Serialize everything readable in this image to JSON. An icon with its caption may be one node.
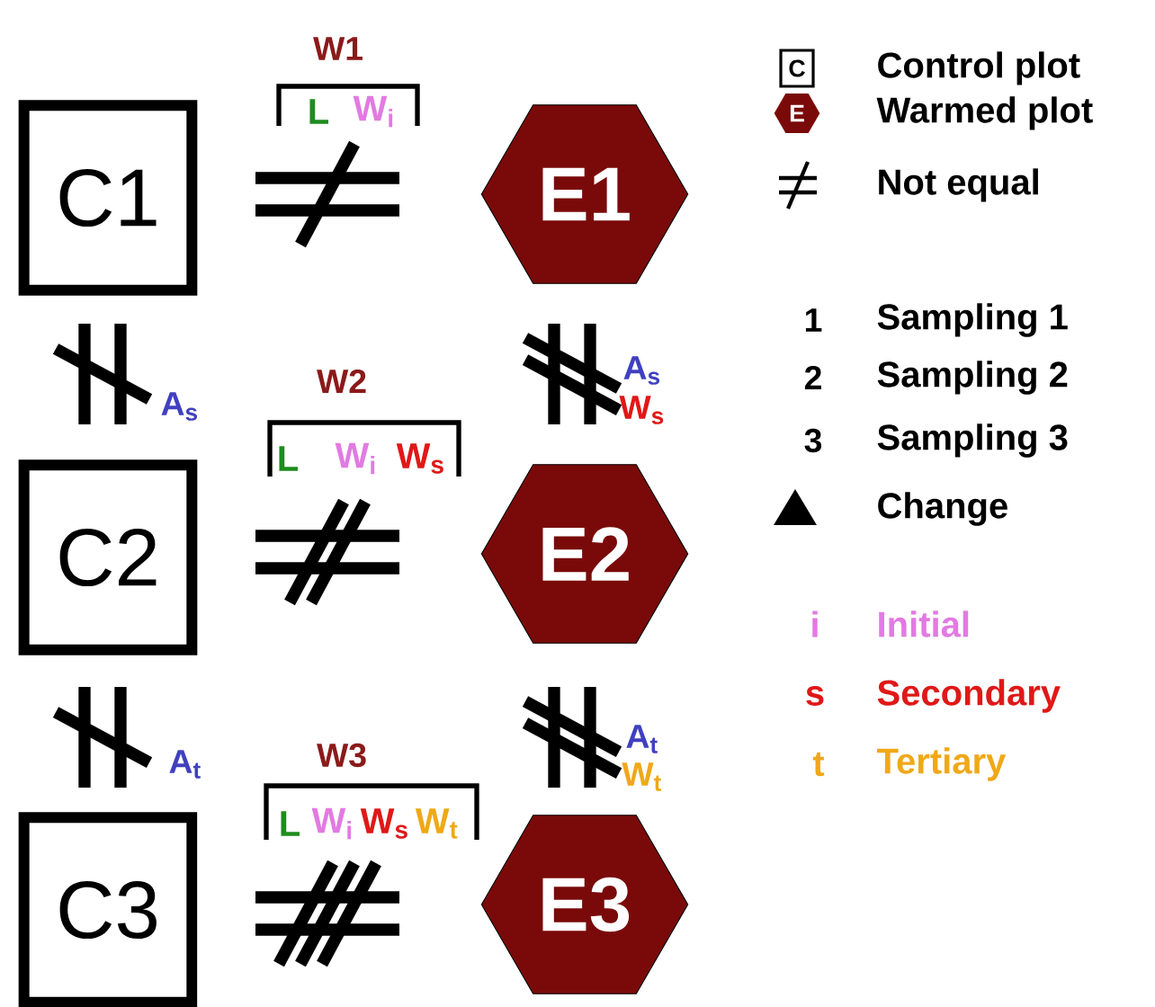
{
  "diagram": {
    "nodes": [
      {
        "text": [
          "C1"
        ]
      },
      {
        "text": [
          "E1"
        ]
      },
      {
        "text": [
          "C2"
        ]
      },
      {
        "text": [
          "E2"
        ]
      },
      {
        "text": [
          "C3"
        ]
      },
      {
        "text": [
          "E3"
        ]
      }
    ],
    "labels": [
      "W1",
      "L",
      "W$_{i}$",
      "A$_{s}$",
      "W2",
      "A$_{s}$",
      "W$_{s}$",
      "L",
      "W$_{i}$",
      "W$_{s}$",
      "A$_{t}$",
      "W3",
      "A$_{t}$",
      "W$_{t}$",
      "L",
      "W$_{i}$",
      "W$_{s}$",
      "W$_{t}$",
      "C",
      "E",
      "1",
      "2",
      "3",
      "i",
      "s",
      "t"
    ],
    "legend": [
      {
        "text": "Control plot"
      },
      {
        "text": "Warmed plot"
      },
      {
        "text": "Not equal"
      },
      {
        "text": "Sampling 1"
      },
      {
        "text": "Sampling 2"
      },
      {
        "text": "Sampling 3"
      },
      {
        "text": "Change"
      },
      {
        "text": "Initial"
      },
      {
        "text": "Secondary"
      },
      {
        "text": "Tertiary"
      }
    ]
  }
}
